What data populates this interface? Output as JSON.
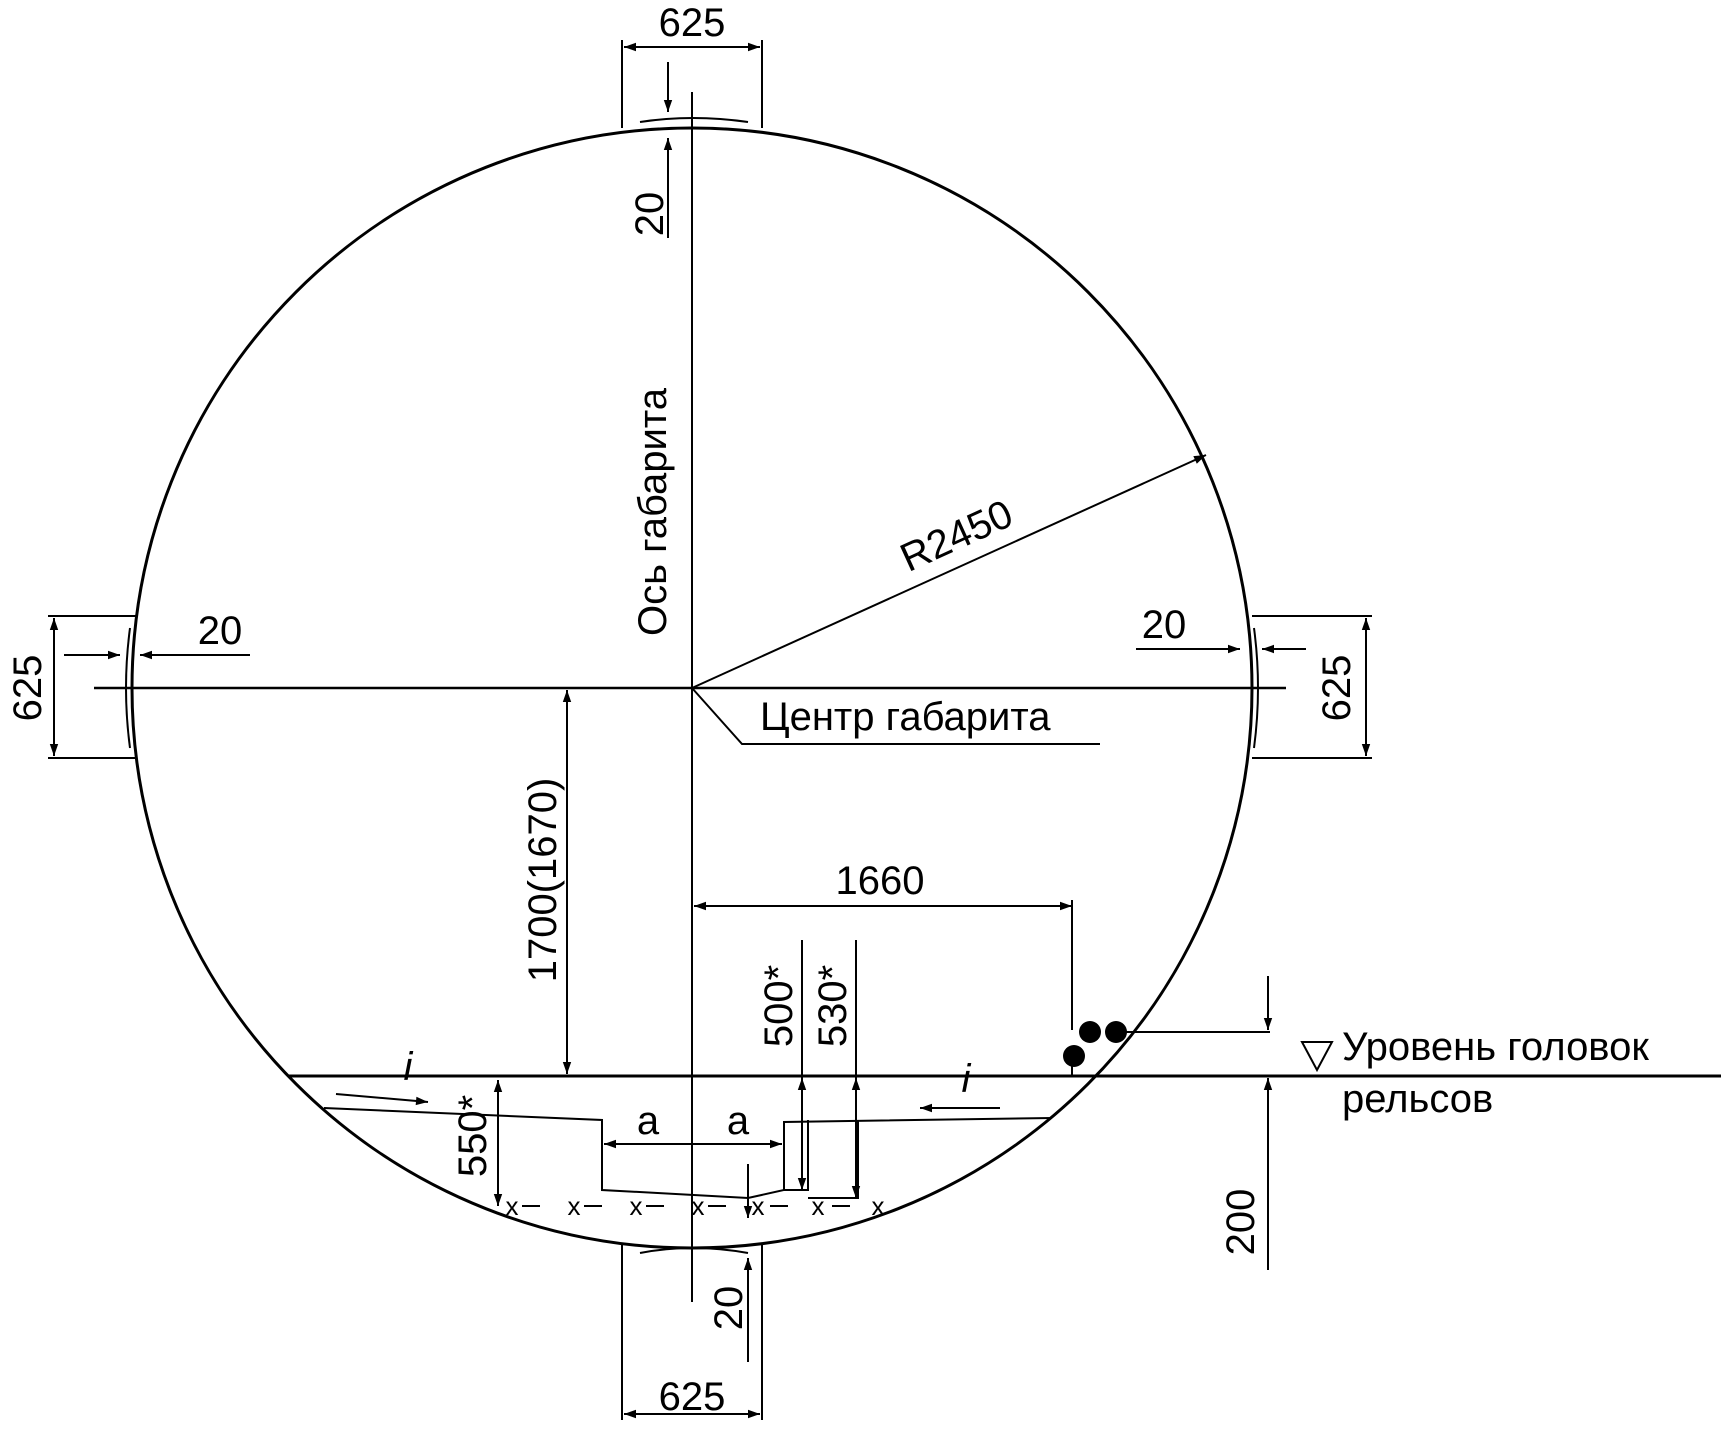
{
  "labels": {
    "top_width": "625",
    "top_depth": "20",
    "left_width": "625",
    "left_depth": "20",
    "right_width": "625",
    "right_depth": "20",
    "bottom_width": "625",
    "bottom_depth": "20",
    "radius": "R2450",
    "axis": "Ось габарита",
    "center": "Центр габарита",
    "center_height": "1700(1670)",
    "offset": "1660",
    "dim_500": "500*",
    "dim_530": "530*",
    "dim_550": "550*",
    "a_left": "a",
    "a_right": "a",
    "slope_left": "i",
    "slope_right": "i",
    "rail_level_line1": "Уровень головок",
    "rail_level_line2": "рельсов",
    "dim_200": "200",
    "cable_marks": [
      "x",
      "x",
      "x",
      "x",
      "x",
      "x",
      "x"
    ]
  }
}
